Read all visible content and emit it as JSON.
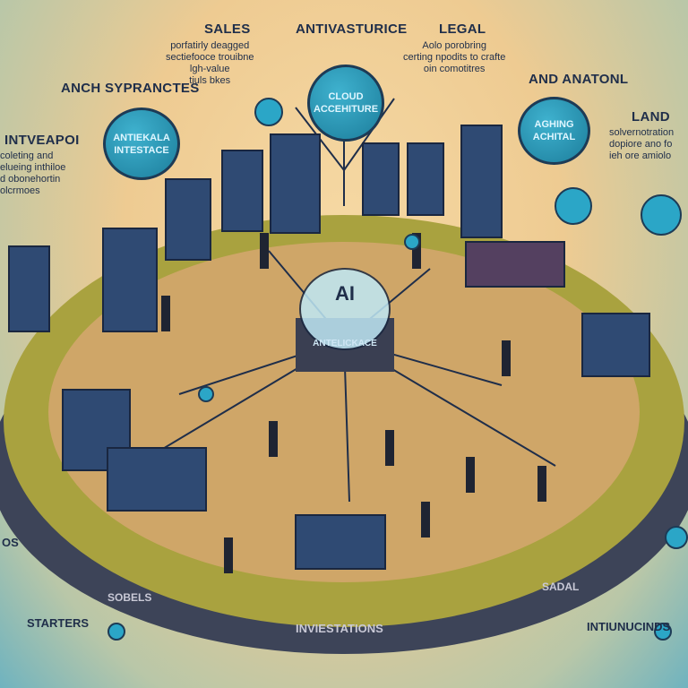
{
  "headings": {
    "sales": "SALES",
    "infrastructure": "ANTIVASTURICE",
    "legal": "LEGAL",
    "left": "ANCH SYPRANCTES",
    "right": "AND ANATONL",
    "intveapoi": "INTVEAPOI",
    "land": "LAND"
  },
  "captions": {
    "sales": [
      "porfatirly deagged",
      "sectiefooce trouibne",
      "lgh-value",
      "tiuls bkes"
    ],
    "legal": [
      "Aolo porobring",
      "certing npodits to crafte",
      "oin comotitres"
    ],
    "intveapoi": [
      "coleting and",
      "elueing inthiloe",
      "d obonehortin",
      "olcrmoes"
    ],
    "land": [
      "solvernotration",
      "dopiore ano fo",
      "ieh ore amiolo"
    ]
  },
  "bubbles": {
    "cloud": "CLOUD ACCEHITURE",
    "interface": "ANTIEKALA INTESTACE",
    "agent": "AGHING ACHITAL"
  },
  "center": {
    "title": "AI",
    "subtitle": "ANTELICKACE"
  },
  "base_labels": {
    "starters": "STARTERS",
    "sobels": "SOBELS",
    "investations": "INVIESTATIONS",
    "sadal": "SADAL",
    "intiunucinds": "INTIUNUCINDS",
    "os": "OS"
  },
  "colors": {
    "accent": "#2ba6c7",
    "ground": "#a9a23f",
    "dark": "#1f2e4a"
  }
}
